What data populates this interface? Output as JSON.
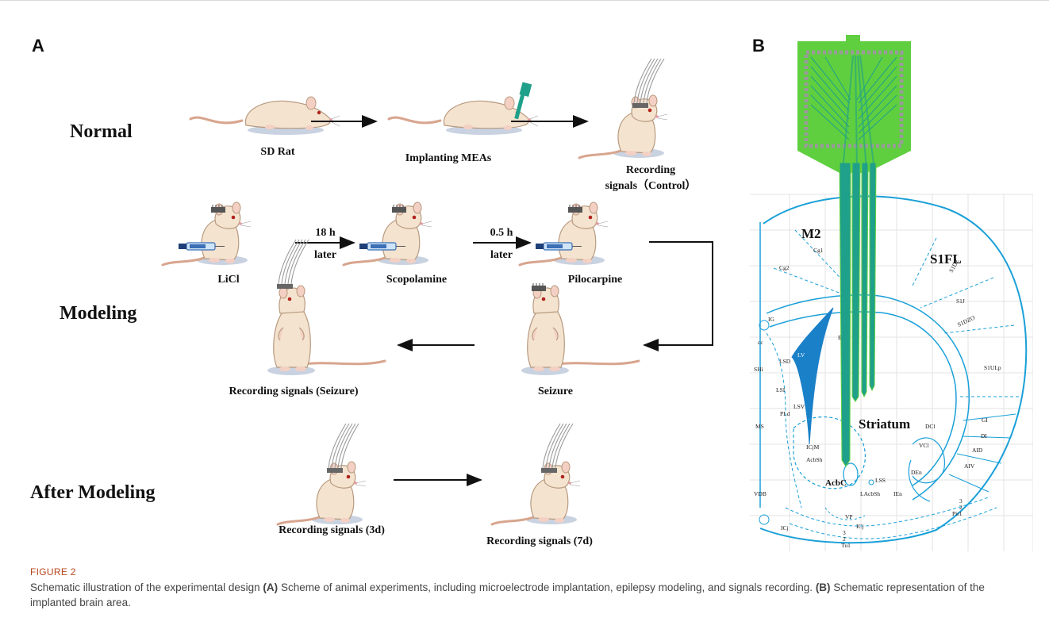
{
  "panel_a": {
    "letter": "A",
    "rows": {
      "normal": "Normal",
      "modeling": "Modeling",
      "after": "After Modeling"
    },
    "captions": {
      "sd_rat": "SD Rat",
      "implanting": "Implanting MEAs",
      "control_line1": "Recording",
      "control_line2": "signals（Control）",
      "licl": "LiCl",
      "scopolamine": "Scopolamine",
      "pilocarpine": "Pilocarpine",
      "rec_seizure": "Recording signals (Seizure)",
      "seizure": "Seizure",
      "rec_3d": "Recording signals (3d)",
      "rec_7d": "Recording signals (7d)"
    },
    "arrows": {
      "delay1_top": "18 h",
      "delay1_bottom": "later",
      "delay2_top": "0.5 h",
      "delay2_bottom": "later"
    }
  },
  "panel_b": {
    "letter": "B",
    "regions": {
      "m2": "M2",
      "s1fl": "S1FL",
      "striatum": "Striatum",
      "acbc": "AcbC",
      "cg1": "Cg1",
      "cg2": "Cg2",
      "ig": "IG",
      "cc": "cc",
      "shi": "SHi",
      "lsd": "LSD",
      "lsi": "LSI",
      "lsv": "LSV",
      "lv": "LV",
      "e": "E",
      "ms": "MS",
      "pld": "PLd",
      "icjm": "ICjM",
      "acbsh": "AcbSh",
      "vdb": "VDB",
      "icj": "ICj",
      "lss": "LSS",
      "lacbsh": "LAcbSh",
      "ien": "IEn",
      "den": "DEn",
      "vcl": "VCl",
      "dcl": "DCl",
      "gi": "GI",
      "di": "DI",
      "aid": "AID",
      "aiv": "AIV",
      "pir1": "Pir1",
      "tu1": "Tu1",
      "vp": "VP",
      "icj2": "ICj",
      "s1dz": "S1DZ",
      "s1j": "S1J",
      "s1dzo": "S1DZO",
      "s1ulp": "S1ULp",
      "n3a": "3",
      "n2a": "2",
      "n3b": "3",
      "n2b": "2"
    }
  },
  "figure": {
    "number": "FIGURE 2",
    "title": "Schematic illustration of the experimental design",
    "ref_a": "(A)",
    "text_a": "Scheme of animal experiments, including microelectrode implantation, epilepsy modeling, and signals recording.",
    "ref_b": "(B)",
    "text_b": "Schematic representation of the implanted brain area."
  },
  "colors": {
    "rat_body": "#f4e3cf",
    "rat_outline": "#b89a80",
    "shadow": "#c9d2e0",
    "probe_green": "#5fcf3f",
    "probe_teal": "#1fa08a",
    "atlas_blue": "#1aa0d8",
    "caption_label": "#b5451b"
  }
}
